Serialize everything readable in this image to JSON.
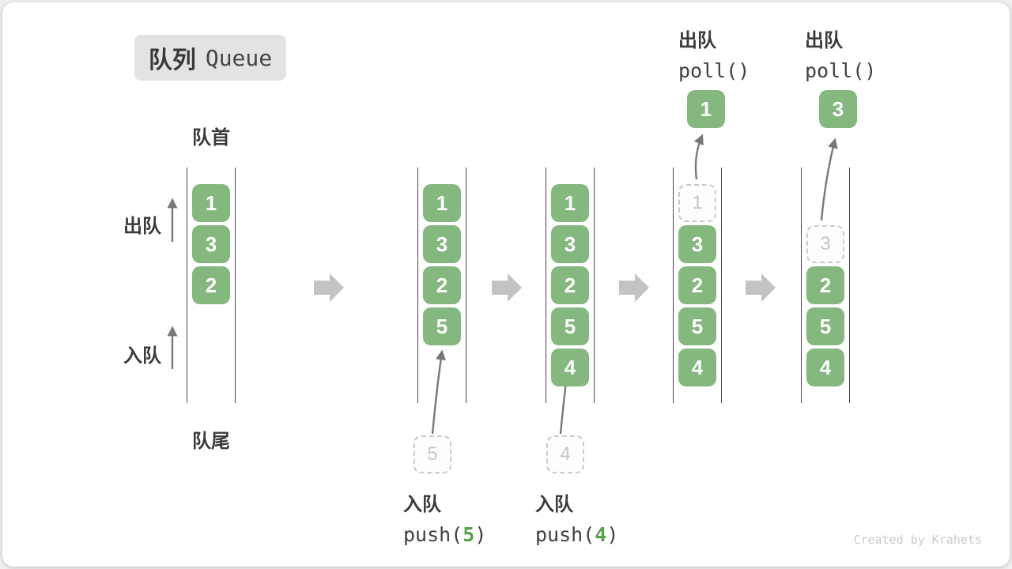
{
  "title": {
    "zh": "队列",
    "en": "Queue"
  },
  "labels": {
    "front": "队首",
    "rear": "队尾",
    "dequeue_side": "出队",
    "enqueue_side": "入队"
  },
  "queues": [
    {
      "name": "state-initial",
      "cells": [
        {
          "v": "1",
          "state": "filled"
        },
        {
          "v": "3",
          "state": "filled"
        },
        {
          "v": "2",
          "state": "filled"
        }
      ]
    },
    {
      "name": "state-after-push-5",
      "cells": [
        {
          "v": "1",
          "state": "filled"
        },
        {
          "v": "3",
          "state": "filled"
        },
        {
          "v": "2",
          "state": "filled"
        },
        {
          "v": "5",
          "state": "filled"
        }
      ]
    },
    {
      "name": "state-after-push-4",
      "cells": [
        {
          "v": "1",
          "state": "filled"
        },
        {
          "v": "3",
          "state": "filled"
        },
        {
          "v": "2",
          "state": "filled"
        },
        {
          "v": "5",
          "state": "filled"
        },
        {
          "v": "4",
          "state": "filled"
        }
      ]
    },
    {
      "name": "state-after-poll-1",
      "cells": [
        {
          "v": "1",
          "state": "ghost"
        },
        {
          "v": "3",
          "state": "filled"
        },
        {
          "v": "2",
          "state": "filled"
        },
        {
          "v": "5",
          "state": "filled"
        },
        {
          "v": "4",
          "state": "filled"
        }
      ]
    },
    {
      "name": "state-after-poll-3",
      "cells": [
        {
          "v": "",
          "state": "empty"
        },
        {
          "v": "3",
          "state": "ghost"
        },
        {
          "v": "2",
          "state": "filled"
        },
        {
          "v": "5",
          "state": "filled"
        },
        {
          "v": "4",
          "state": "filled"
        }
      ]
    }
  ],
  "staged": {
    "push5_value": "5",
    "push4_value": "4"
  },
  "popped": {
    "first": "1",
    "second": "3"
  },
  "actions": {
    "push5": {
      "label": "入队",
      "code_prefix": "push(",
      "arg": "5",
      "code_suffix": ")"
    },
    "push4": {
      "label": "入队",
      "code_prefix": "push(",
      "arg": "4",
      "code_suffix": ")"
    },
    "poll1": {
      "label": "出队",
      "code": "poll()"
    },
    "poll2": {
      "label": "出队",
      "code": "poll()"
    }
  },
  "watermark": "Created by Krahets",
  "colors": {
    "box_green": "#84b87e",
    "code_accent_green": "#55a14f",
    "block_arrow_gray": "#c3c3c3",
    "thin_arrow_gray": "#787878",
    "ghost_border_gray": "#c9c9c9",
    "queue_line_dark": "#474747"
  }
}
